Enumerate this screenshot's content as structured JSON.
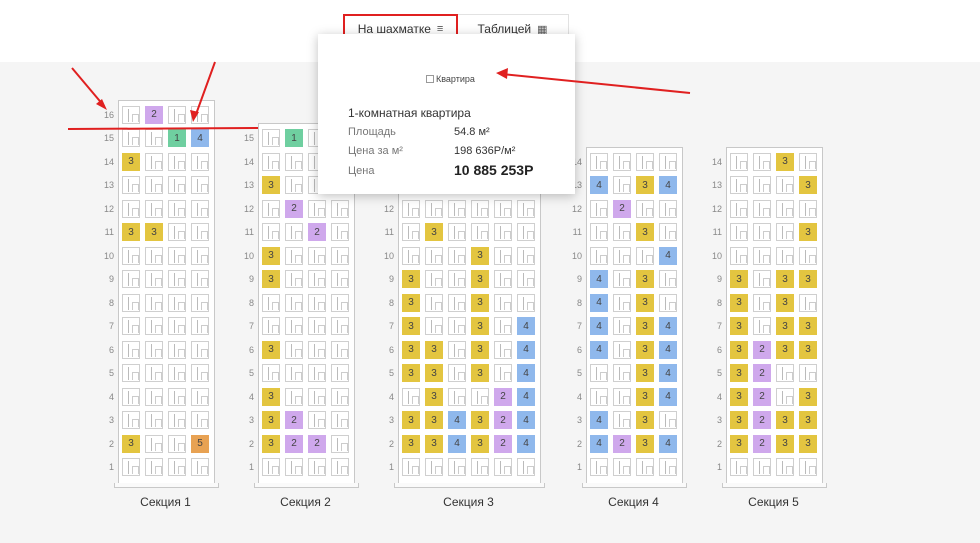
{
  "toolbar": {
    "chess_label": "На шахматке",
    "chess_icon": "list-icon",
    "table_label": "Таблицей",
    "table_icon": "grid-icon"
  },
  "floor_numbers": [
    "16",
    "15",
    "14",
    "13",
    "12",
    "11",
    "10",
    "9",
    "8",
    "7",
    "6",
    "5",
    "4",
    "3",
    "2",
    "1"
  ],
  "sections": [
    {
      "label": "Секция 1",
      "floors": 16,
      "grid": [
        [
          "",
          "2",
          "",
          ""
        ],
        [
          "",
          "",
          "1",
          "4"
        ],
        [
          "3",
          "",
          "",
          ""
        ],
        [
          "",
          "",
          "",
          ""
        ],
        [
          "",
          "",
          "",
          ""
        ],
        [
          "3",
          "3",
          "",
          ""
        ],
        [
          "",
          "",
          "",
          ""
        ],
        [
          "",
          "",
          "",
          ""
        ],
        [
          "",
          "",
          "",
          ""
        ],
        [
          "",
          "",
          "",
          ""
        ],
        [
          "",
          "",
          "",
          ""
        ],
        [
          "",
          "",
          "",
          ""
        ],
        [
          "",
          "",
          "",
          ""
        ],
        [
          "",
          "",
          "",
          ""
        ],
        [
          "3",
          "",
          "",
          "5"
        ],
        [
          "",
          "",
          "",
          ""
        ]
      ]
    },
    {
      "label": "Секция 2",
      "floors": 15,
      "grid": [
        [
          "",
          "1",
          "",
          ""
        ],
        [
          "",
          "",
          "",
          ""
        ],
        [
          "3",
          "",
          "",
          ""
        ],
        [
          "",
          "2",
          "",
          ""
        ],
        [
          "",
          "",
          "2",
          ""
        ],
        [
          "3",
          "",
          "",
          ""
        ],
        [
          "3",
          "",
          "",
          ""
        ],
        [
          "",
          "",
          "",
          ""
        ],
        [
          "",
          "",
          "",
          ""
        ],
        [
          "3",
          "",
          "",
          ""
        ],
        [
          "",
          "",
          "",
          ""
        ],
        [
          "3",
          "",
          "",
          ""
        ],
        [
          "3",
          "2",
          "",
          ""
        ],
        [
          "3",
          "2",
          "2",
          ""
        ],
        [
          "",
          "",
          "",
          ""
        ]
      ]
    },
    {
      "label": "Секция 3",
      "floors": 13,
      "grid": [
        [
          "",
          "",
          "",
          "",
          "",
          ""
        ],
        [
          "",
          "",
          "",
          "",
          "",
          ""
        ],
        [
          "",
          "3",
          "",
          "",
          "",
          ""
        ],
        [
          "",
          "",
          "",
          "3",
          "",
          ""
        ],
        [
          "3",
          "",
          "",
          "3",
          "",
          ""
        ],
        [
          "3",
          "",
          "",
          "3",
          "",
          ""
        ],
        [
          "3",
          "",
          "",
          "3",
          "",
          "4"
        ],
        [
          "3",
          "3",
          "",
          "3",
          "",
          "4"
        ],
        [
          "3",
          "3",
          "",
          "3",
          "",
          "4"
        ],
        [
          "",
          "3",
          "",
          "",
          "2",
          "4"
        ],
        [
          "3",
          "3",
          "4",
          "3",
          "2",
          "4"
        ],
        [
          "3",
          "3",
          "4",
          "3",
          "2",
          "4"
        ],
        [
          "",
          "",
          "",
          "",
          "",
          ""
        ]
      ]
    },
    {
      "label": "Секция 4",
      "floors": 14,
      "grid": [
        [
          "",
          "",
          "",
          ""
        ],
        [
          "4",
          "",
          "3",
          "4"
        ],
        [
          "",
          "2",
          "",
          ""
        ],
        [
          "",
          "",
          "3",
          ""
        ],
        [
          "",
          "",
          "",
          "4"
        ],
        [
          "4",
          "",
          "3",
          ""
        ],
        [
          "4",
          "",
          "3",
          ""
        ],
        [
          "4",
          "",
          "3",
          "4"
        ],
        [
          "4",
          "",
          "3",
          "4"
        ],
        [
          "",
          "",
          "3",
          "4"
        ],
        [
          "",
          "",
          "3",
          "4"
        ],
        [
          "4",
          "",
          "3",
          ""
        ],
        [
          "4",
          "2",
          "3",
          "4"
        ],
        [
          "",
          "",
          "",
          ""
        ]
      ]
    },
    {
      "label": "Секция 5",
      "floors": 14,
      "grid": [
        [
          "",
          "",
          "3",
          ""
        ],
        [
          "",
          "",
          "",
          "3"
        ],
        [
          "",
          "",
          "",
          ""
        ],
        [
          "",
          "",
          "",
          "3"
        ],
        [
          "",
          "",
          "",
          ""
        ],
        [
          "3",
          "",
          "3",
          "3"
        ],
        [
          "3",
          "",
          "3",
          ""
        ],
        [
          "3",
          "",
          "3",
          "3"
        ],
        [
          "3",
          "2",
          "3",
          "3"
        ],
        [
          "3",
          "2",
          "",
          ""
        ],
        [
          "3",
          "2",
          "",
          "3"
        ],
        [
          "3",
          "2",
          "3",
          "3"
        ],
        [
          "3",
          "2",
          "3",
          "3"
        ],
        [
          "",
          "",
          "",
          ""
        ]
      ]
    }
  ],
  "tooltip": {
    "image_alt": "Квартира",
    "title": "1-комнатная квартира",
    "area_label": "Площадь",
    "area_value": "54.8 м²",
    "ppm_label": "Цена за м²",
    "ppm_value": "198 636Р/м²",
    "price_label": "Цена",
    "price_value": "10 885 253Р"
  },
  "colors": {
    "type1": "#6fcfa0",
    "type2": "#cfa8ec",
    "type3": "#e3c540",
    "type4": "#8fb8ec",
    "type5": "#e8a253",
    "annotation": "#e02020"
  }
}
